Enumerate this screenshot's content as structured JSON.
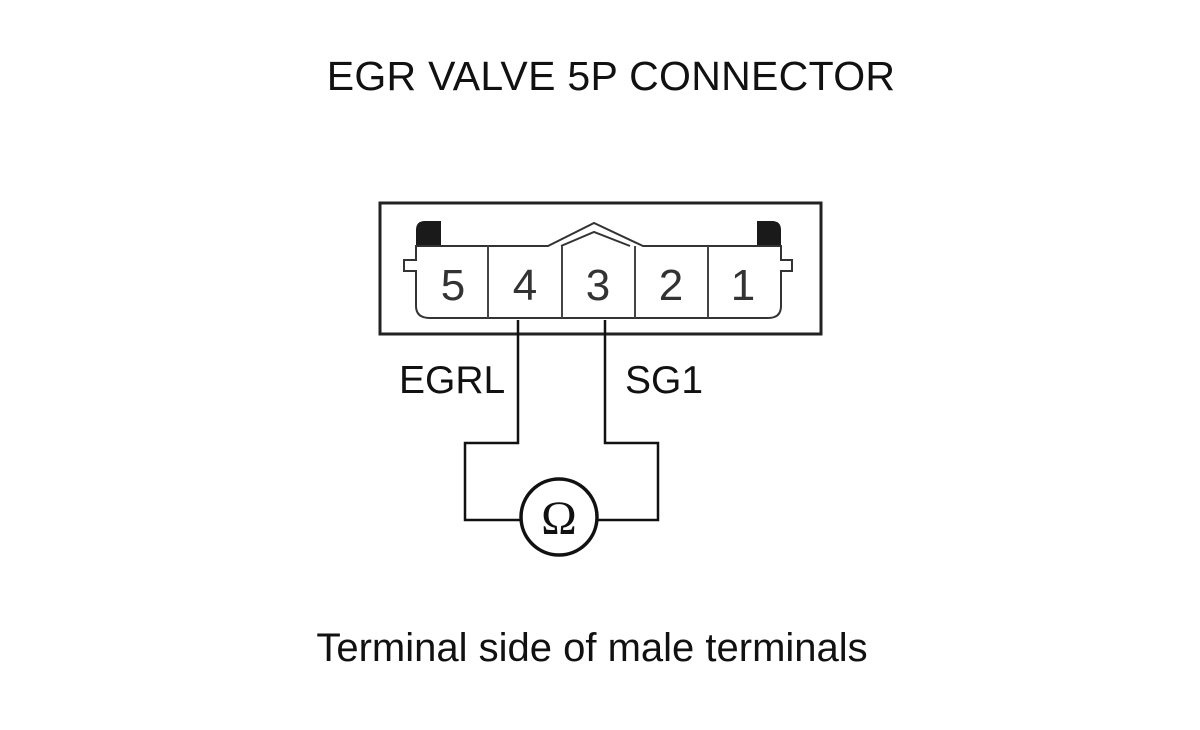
{
  "title": "EGR VALVE 5P CONNECTOR",
  "caption": "Terminal side of male terminals",
  "connector": {
    "pins": [
      "5",
      "4",
      "3",
      "2",
      "1"
    ]
  },
  "wires": {
    "left_label": "EGRL",
    "right_label": "SG1"
  },
  "meter": {
    "symbol": "Ω",
    "icon": "ohmmeter-icon"
  },
  "colors": {
    "line": "#1a1a1a",
    "background": "#ffffff"
  }
}
